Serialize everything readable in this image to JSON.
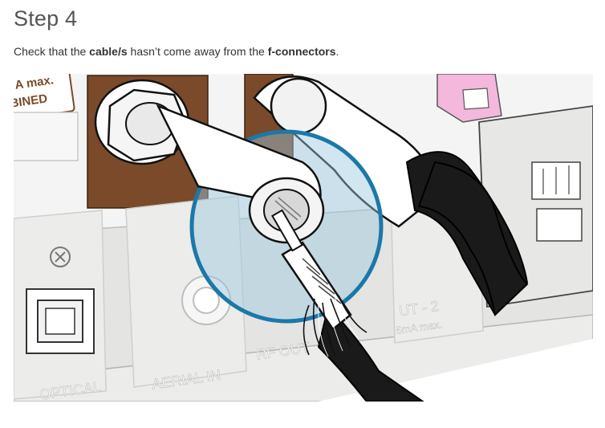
{
  "step": {
    "title": "Step 4"
  },
  "instruction": {
    "prefix": "Check that the ",
    "term1": "cable/s",
    "middle": " hasn’t come away from the ",
    "term2": "f-connectors",
    "suffix": "."
  },
  "illustration": {
    "labels": {
      "warning_line1": "A max.",
      "warning_line2": "BINED",
      "optical": "OPTICAL",
      "aerial_in": "AERIAL IN",
      "rf_out": "RF OUT",
      "out2": "UT - 2",
      "out2_spec": "5mA max."
    },
    "colors": {
      "panel": "#e6e6e4",
      "brown_plate": "#7a4a2a",
      "highlight": "#9cc8e0",
      "highlight_ring": "#1b78a8",
      "pink_connector": "#f4b8dc",
      "cable": "#1a1a1a"
    }
  }
}
